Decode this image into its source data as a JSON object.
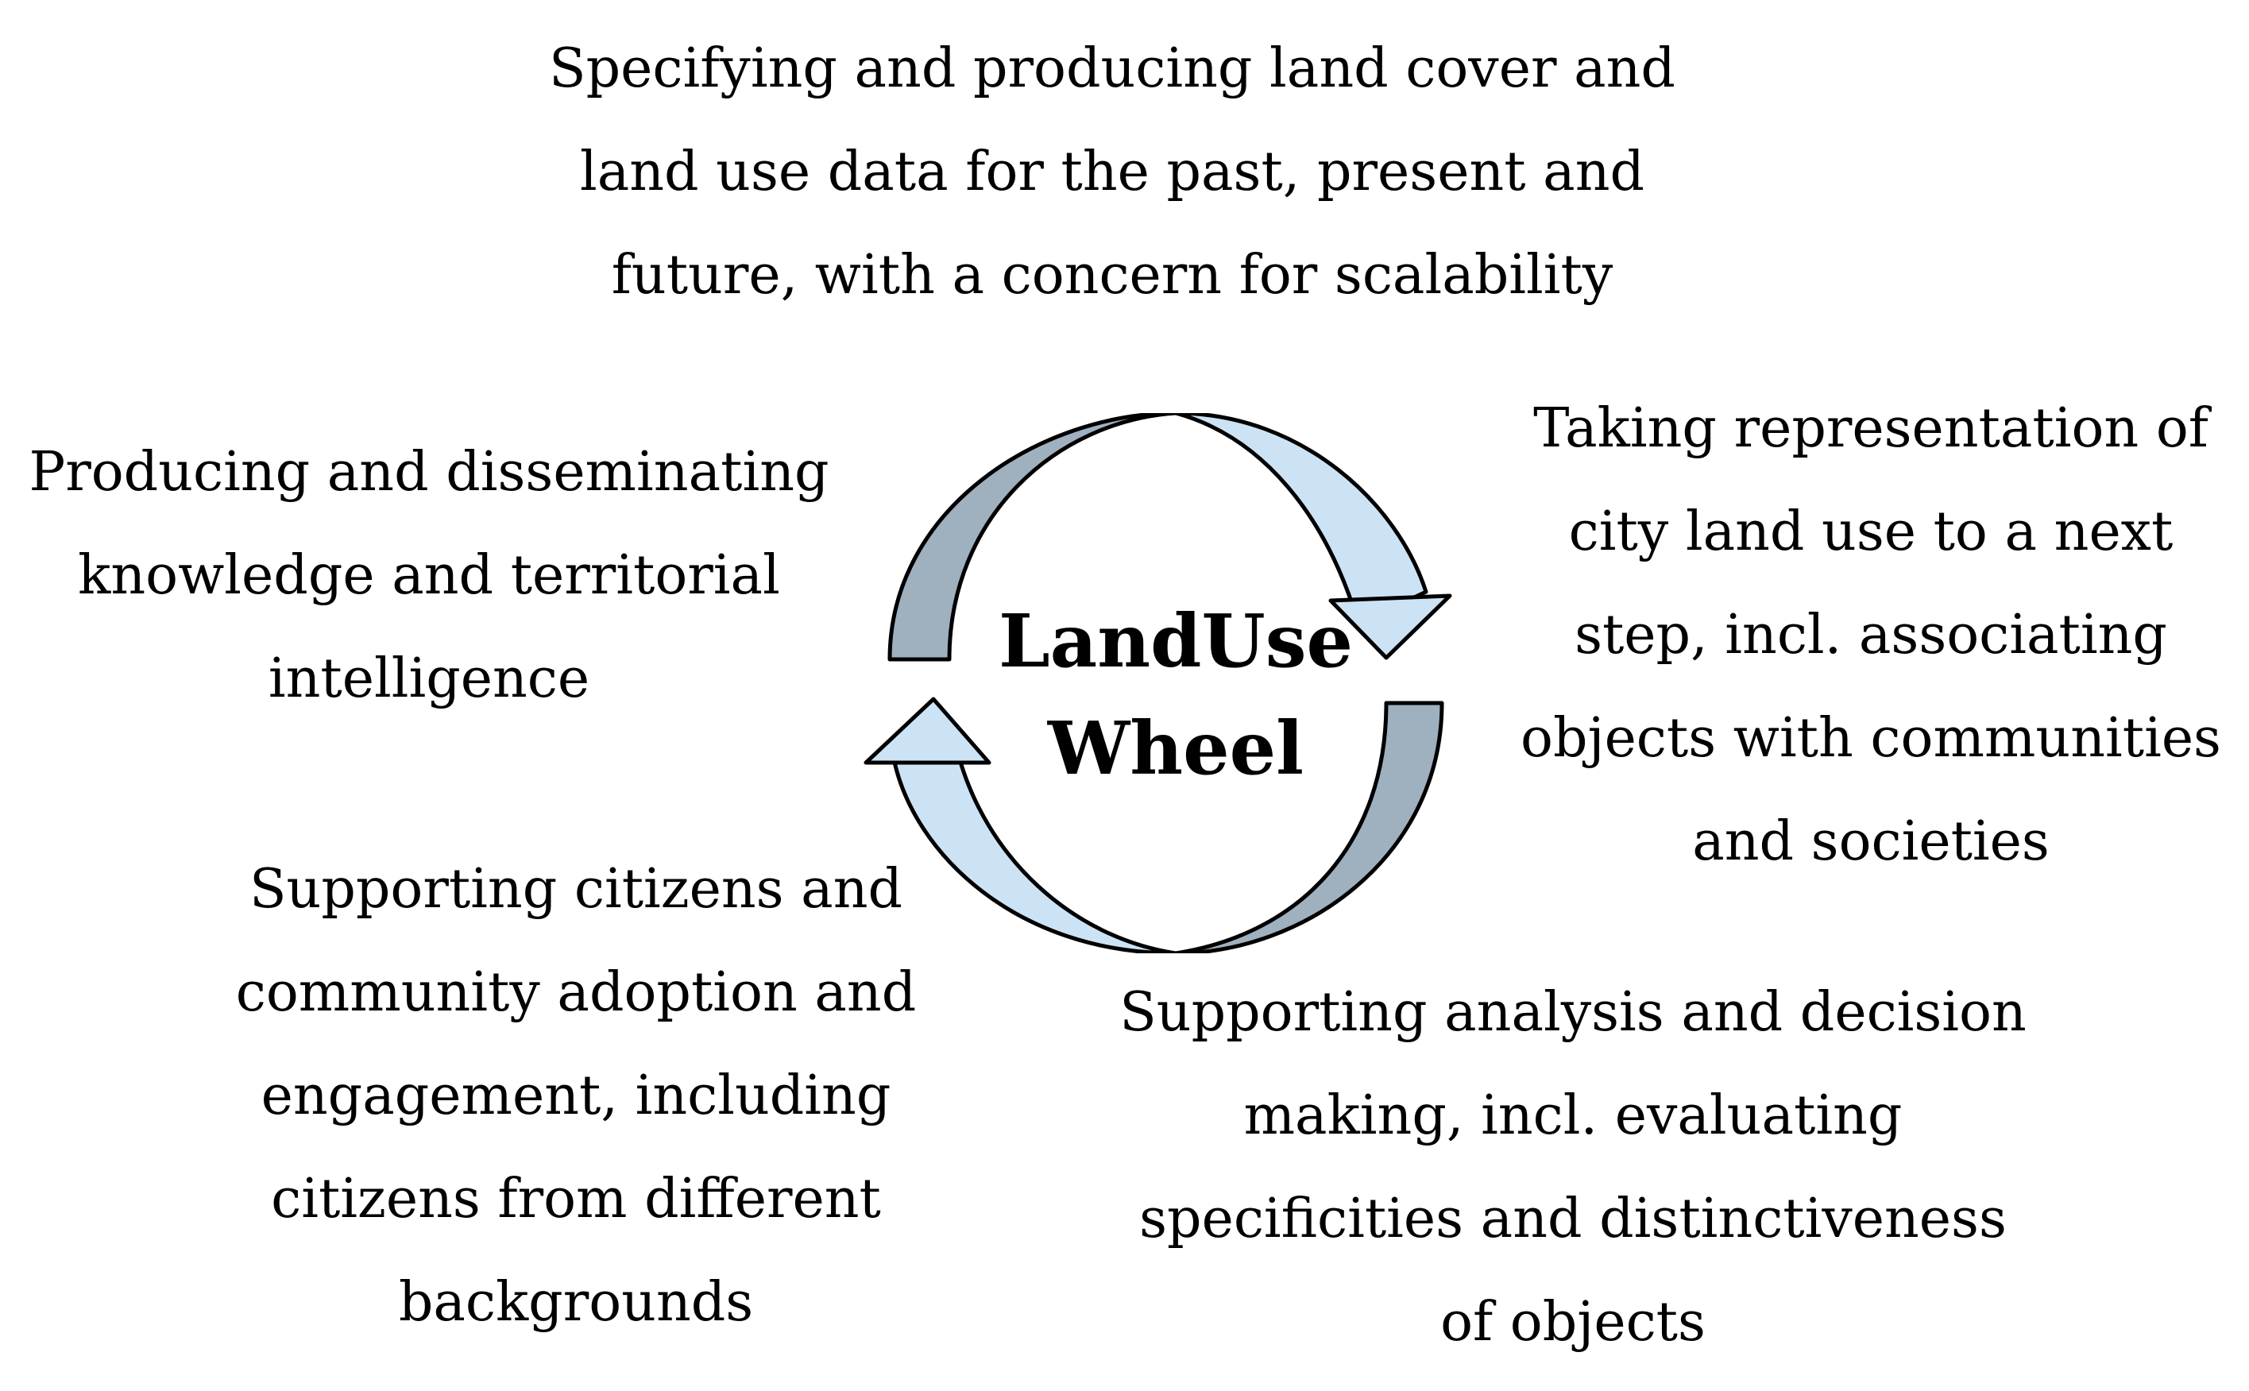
{
  "diagram": {
    "title_lines": [
      "LandUse",
      "Wheel"
    ],
    "colors": {
      "arrow_dark": "#9fb0bf",
      "arrow_light": "#cce3f5",
      "outline": "#000000"
    },
    "blocks": {
      "top": [
        "Specifying and producing land cover and",
        "land use data for the past, present and",
        "future, with a concern for scalability"
      ],
      "right": [
        "Taking representation of",
        "city land use to a next",
        "step, incl. associating",
        "objects with communities",
        "and societies"
      ],
      "left": [
        "Producing and disseminating",
        "knowledge and territorial",
        "intelligence"
      ],
      "bottom_left": [
        "Supporting citizens and",
        "community adoption and",
        "engagement, including",
        "citizens from different",
        "backgrounds"
      ],
      "bottom_right": [
        "Supporting analysis and decision",
        "making, incl. evaluating",
        "specificities and distinctiveness",
        "of objects"
      ]
    }
  }
}
